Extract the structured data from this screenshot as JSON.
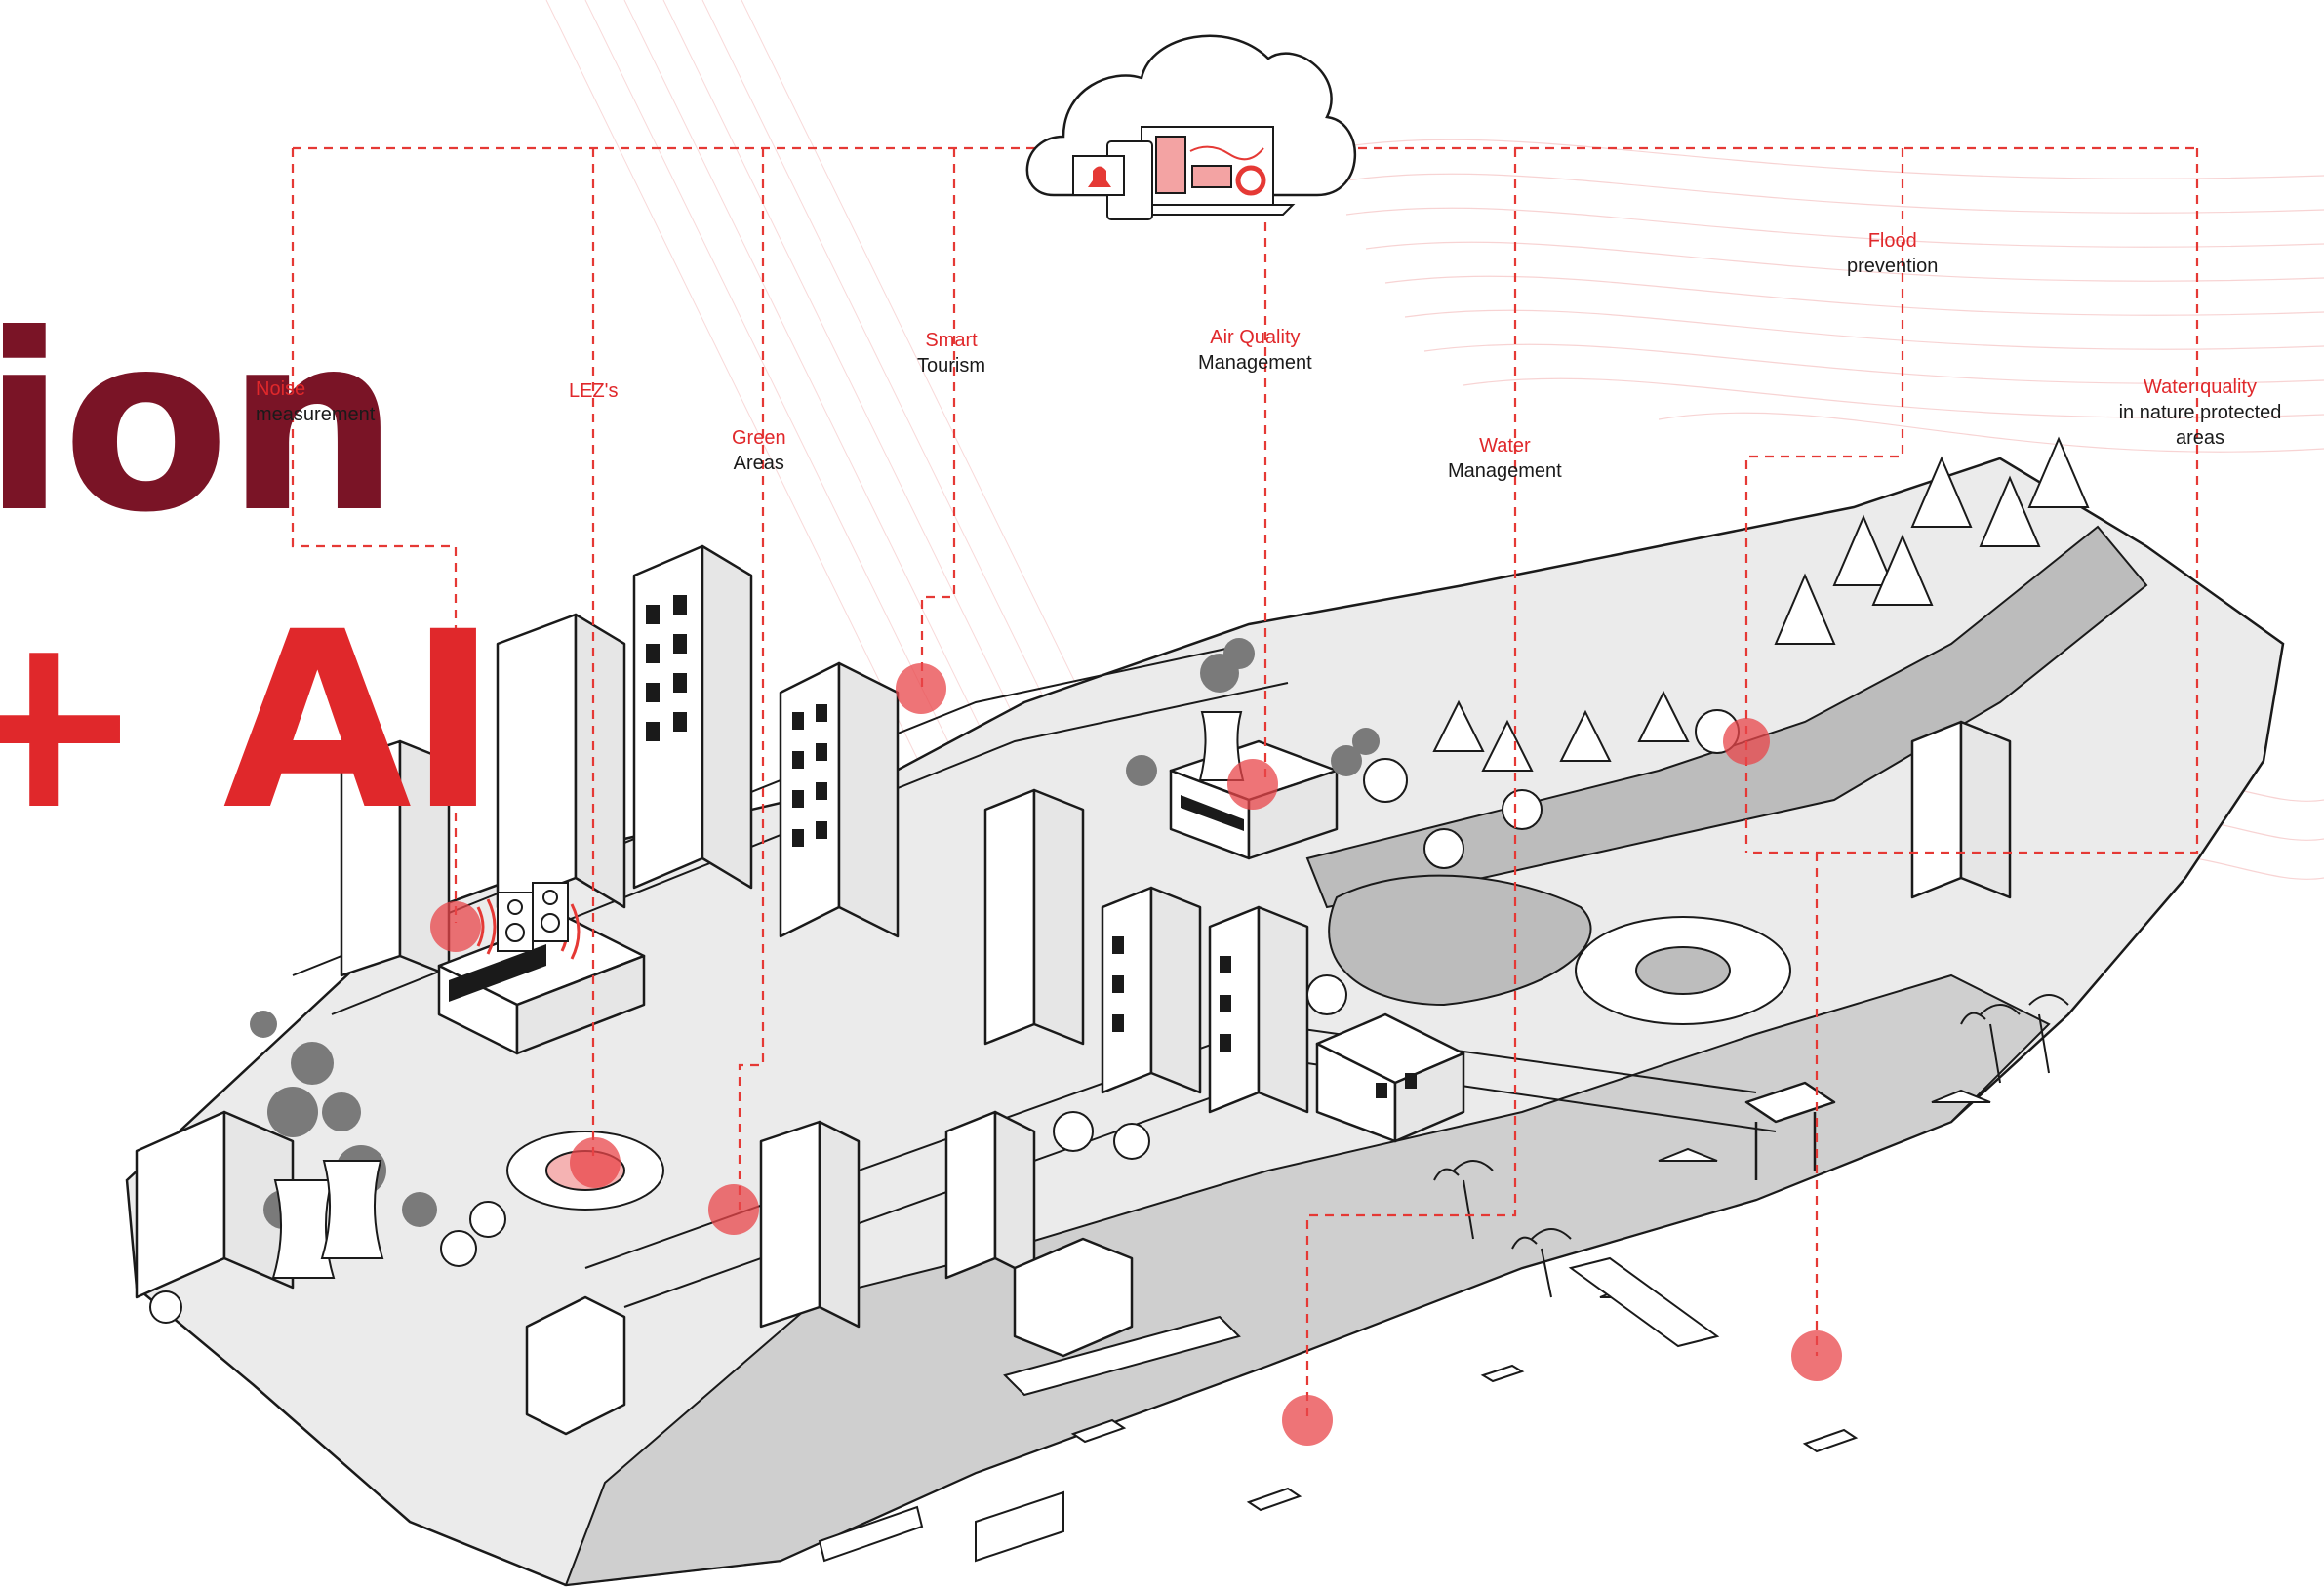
{
  "headline": {
    "line1": "ion",
    "line2": "+ AI"
  },
  "colors": {
    "accent": "#e0282b",
    "dark_accent": "#7a1426",
    "line": "#e53935",
    "ink": "#1a1a1a",
    "fill_gray": "#d4d4d4"
  },
  "labels": [
    {
      "line1": "Noise",
      "line2": "measurement"
    },
    {
      "line1": "LEZ's",
      "line2": ""
    },
    {
      "line1": "Green",
      "line2": "Areas"
    },
    {
      "line1": "Smart",
      "line2": "Tourism"
    },
    {
      "line1": "Air Quality",
      "line2": "Management"
    },
    {
      "line1": "Water",
      "line2": "Management"
    },
    {
      "line1": "Flood",
      "line2": "prevention"
    },
    {
      "line1": "Water quality",
      "line2": "in nature protected areas"
    }
  ],
  "icons": [
    "cloud-icon",
    "laptop-icon",
    "phone-icon",
    "bell-icon",
    "chart-icon",
    "sensor-marker-icon"
  ]
}
